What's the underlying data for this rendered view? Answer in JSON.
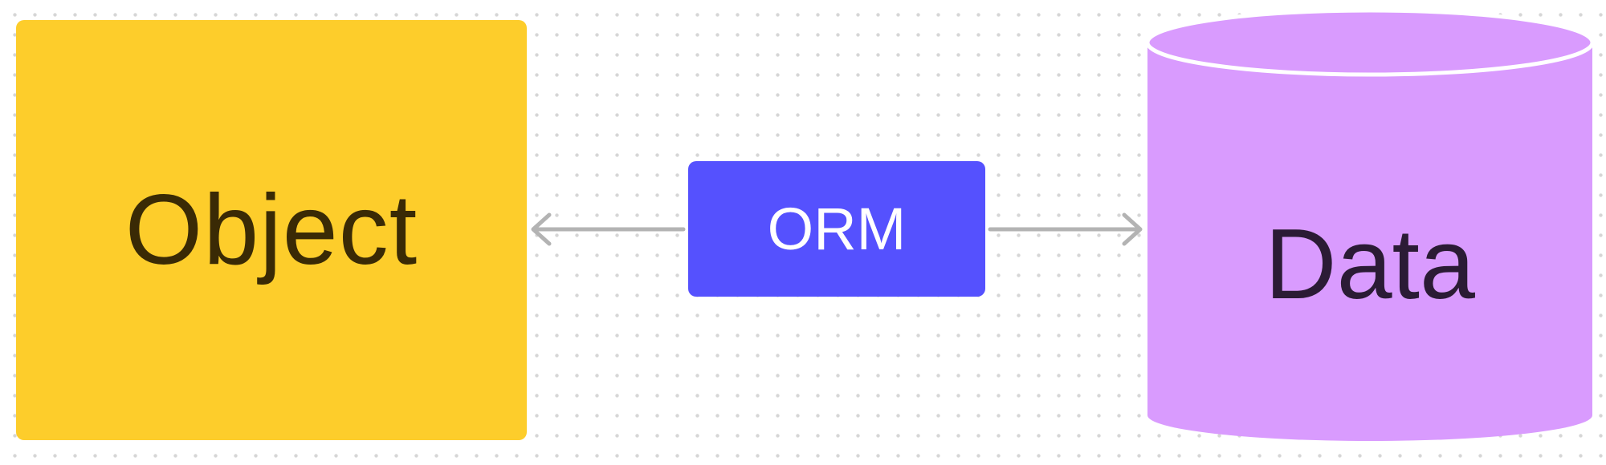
{
  "diagram": {
    "object_node": {
      "label": "Object",
      "fill": "#fdcd2b"
    },
    "orm_node": {
      "label": "ORM",
      "fill": "#5551fe"
    },
    "data_node": {
      "label": "Data",
      "fill": "#d99bfe"
    },
    "connector_color": "#b3b3b3"
  }
}
